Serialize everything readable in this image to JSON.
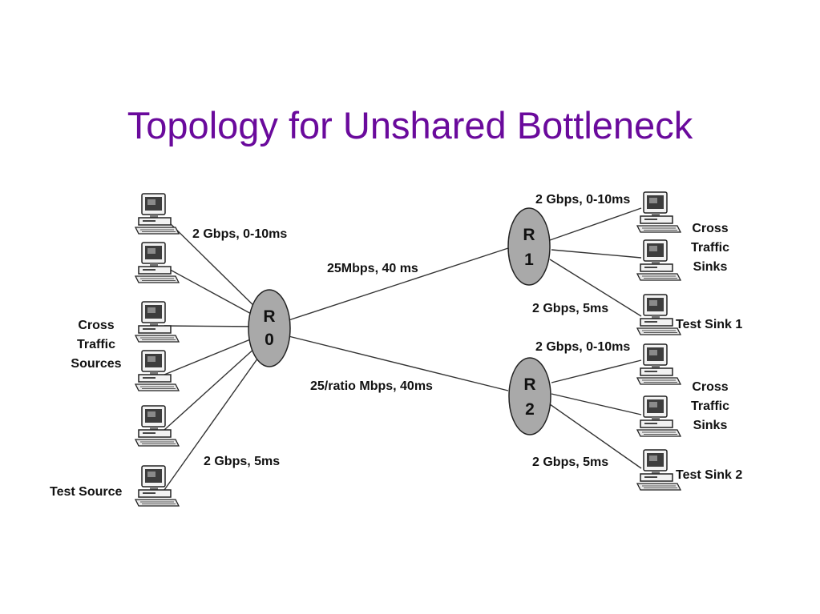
{
  "title": "Topology for Unshared Bottleneck",
  "colors": {
    "title": "#6a0a9c",
    "router_fill": "#a9a9a9",
    "link": "#333333",
    "computer": "#4a4a4a"
  },
  "icons": {
    "host": "computer-icon",
    "router": "router-node"
  },
  "routers": {
    "r0": {
      "line1": "R",
      "line2": "0"
    },
    "r1": {
      "line1": "R",
      "line2": "1"
    },
    "r2": {
      "line1": "R",
      "line2": "2"
    }
  },
  "labels": {
    "source_link": "2 Gbps,  0-10ms",
    "test_source_link": "2 Gbps,  5ms",
    "r0_r1": "25Mbps, 40 ms",
    "r0_r2": "25/ratio Mbps, 40ms",
    "r1_sink_link": "2 Gbps, 0-10ms",
    "r1_test_link": "2 Gbps, 5ms",
    "r2_sink_link": "2 Gbps, 0-10ms",
    "r2_test_link": "2 Gbps, 5ms"
  },
  "groups": {
    "cross_sources": [
      "Cross",
      "Traffic",
      "Sources"
    ],
    "test_source": "Test Source",
    "cross_sinks_1": [
      "Cross",
      "Traffic",
      "Sinks"
    ],
    "test_sink_1": "Test Sink 1",
    "cross_sinks_2": [
      "Cross",
      "Traffic",
      "Sinks"
    ],
    "test_sink_2": "Test Sink 2"
  }
}
